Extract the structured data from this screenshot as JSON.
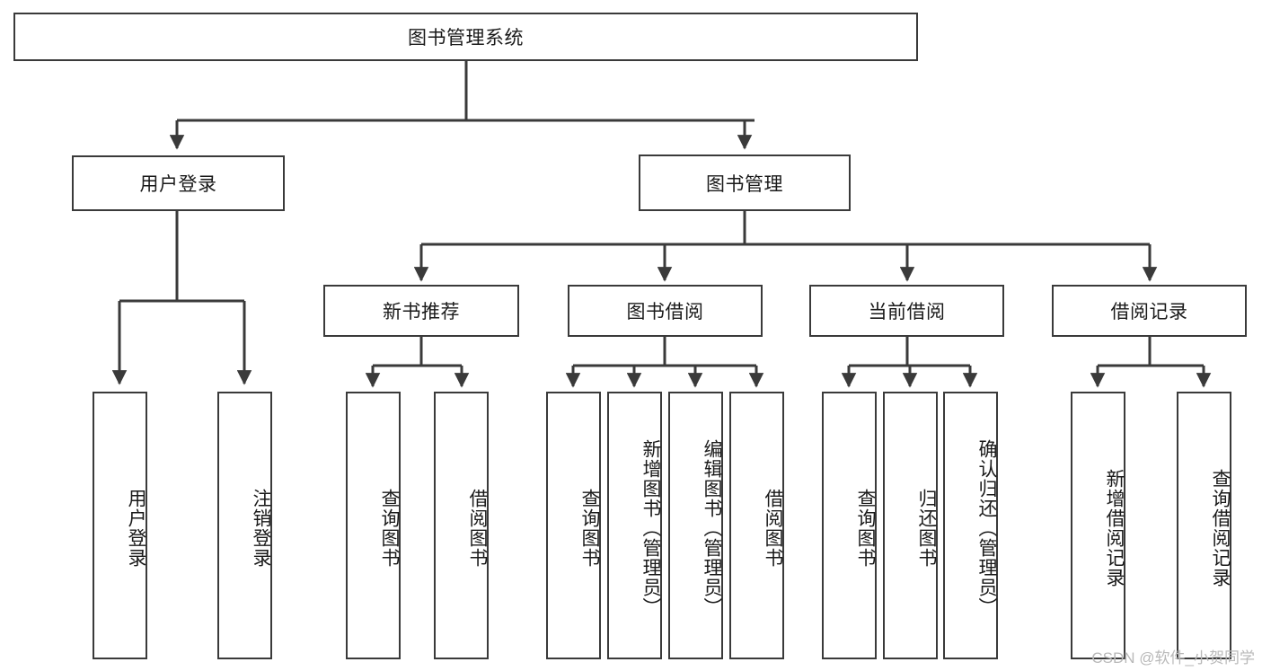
{
  "diagram": {
    "title": "图书管理系统",
    "type": "hierarchy-tree",
    "background_color": "#ffffff",
    "line_color": "#3a3a3a",
    "text_color": "#1a1a1a"
  },
  "root": {
    "label": "图书管理系统"
  },
  "level2": [
    {
      "label": "用户登录"
    },
    {
      "label": "图书管理"
    }
  ],
  "level3": [
    {
      "label": "新书推荐"
    },
    {
      "label": "图书借阅"
    },
    {
      "label": "当前借阅"
    },
    {
      "label": "借阅记录"
    }
  ],
  "leaves": {
    "user_login": [
      {
        "label": "用户登录"
      },
      {
        "label": "注销登录"
      }
    ],
    "new_book_rec": [
      {
        "label": "查询图书"
      },
      {
        "label": "借阅图书"
      }
    ],
    "book_borrow": [
      {
        "label": "查询图书"
      },
      {
        "label": "新增图书（管理员）"
      },
      {
        "label": "编辑图书（管理员）"
      },
      {
        "label": "借阅图书"
      }
    ],
    "current_borrow": [
      {
        "label": "查询图书"
      },
      {
        "label": "归还图书"
      },
      {
        "label": "确认归还（管理员）"
      }
    ],
    "borrow_record": [
      {
        "label": "新增借阅记录"
      },
      {
        "label": "查询借阅记录"
      }
    ]
  },
  "watermark": {
    "text": "CSDN @软件_小贺同学"
  }
}
